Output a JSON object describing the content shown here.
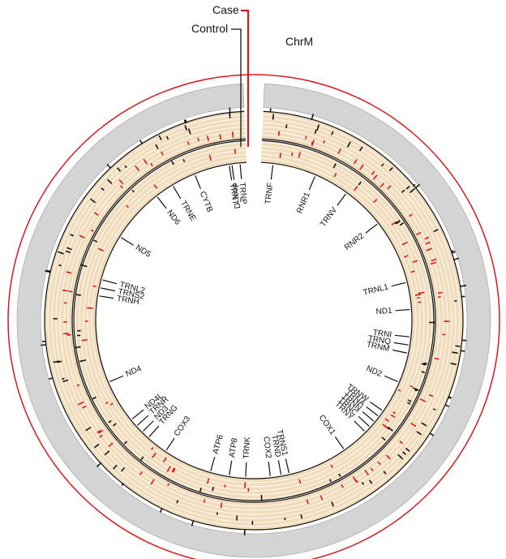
{
  "title": "ChrM",
  "legend": {
    "case": "Case",
    "control": "Control"
  },
  "colors": {
    "case": "#d7191c",
    "control": "#111111",
    "band": "#f1dcbc",
    "gray_ring": "#d4d4d4",
    "outer_circle": "#d7191c",
    "line": "#111111"
  },
  "genes": [
    {
      "name": "D_loop",
      "angle": -8
    },
    {
      "name": "TRNF",
      "angle": 7
    },
    {
      "name": "RNR1",
      "angle": 23
    },
    {
      "name": "TRNV",
      "angle": 36
    },
    {
      "name": "RNR2",
      "angle": 52
    },
    {
      "name": "TRNL1",
      "angle": 76
    },
    {
      "name": "ND1",
      "angle": 86
    },
    {
      "name": "TRNI",
      "angle": 96
    },
    {
      "name": "TRNQ",
      "angle": 99
    },
    {
      "name": "TRNM",
      "angle": 102
    },
    {
      "name": "ND2",
      "angle": 113
    },
    {
      "name": "TRNW",
      "angle": 125
    },
    {
      "name": "TRNA",
      "angle": 127.5
    },
    {
      "name": "TRNN",
      "angle": 130
    },
    {
      "name": "TRNC",
      "angle": 132.5
    },
    {
      "name": "TRNY",
      "angle": 135
    },
    {
      "name": "COX1",
      "angle": 145
    },
    {
      "name": "TRNS1",
      "angle": 167
    },
    {
      "name": "TRND",
      "angle": 170
    },
    {
      "name": "COX2",
      "angle": 174
    },
    {
      "name": "TRNK",
      "angle": 183
    },
    {
      "name": "ATP8",
      "angle": 189
    },
    {
      "name": "ATP6",
      "angle": 196
    },
    {
      "name": "COX3",
      "angle": 214
    },
    {
      "name": "TRNG",
      "angle": 222
    },
    {
      "name": "ND3",
      "angle": 225
    },
    {
      "name": "TRNR",
      "angle": 228
    },
    {
      "name": "ND4L",
      "angle": 231
    },
    {
      "name": "ND4",
      "angle": 247
    },
    {
      "name": "TRNH",
      "angle": 279
    },
    {
      "name": "TRNS2",
      "angle": 282
    },
    {
      "name": "TRNL2",
      "angle": 285
    },
    {
      "name": "ND5",
      "angle": 302
    },
    {
      "name": "ND6",
      "angle": 322
    },
    {
      "name": "TRNE",
      "angle": 329
    },
    {
      "name": "CYTB",
      "angle": 338
    },
    {
      "name": "TRNT",
      "angle": 351
    },
    {
      "name": "TRNP",
      "angle": 355
    }
  ]
}
